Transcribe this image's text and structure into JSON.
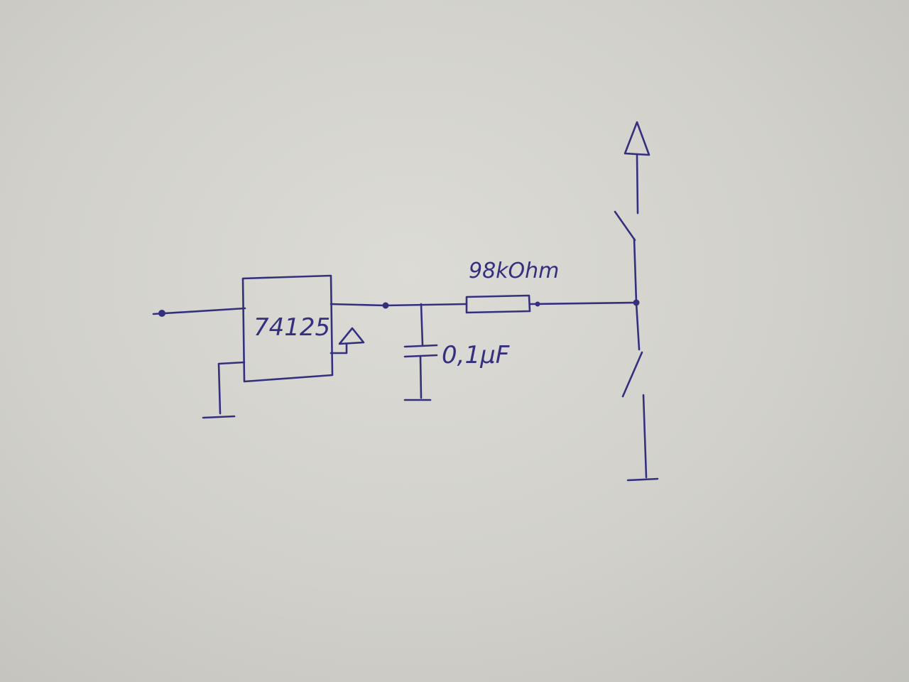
{
  "diagram": {
    "chip_label": "74125",
    "capacitor_label": "0,1µF",
    "resistor_label": "98kOhm",
    "ink_color": "#35307e",
    "paper_color": "#d6d5cf"
  }
}
